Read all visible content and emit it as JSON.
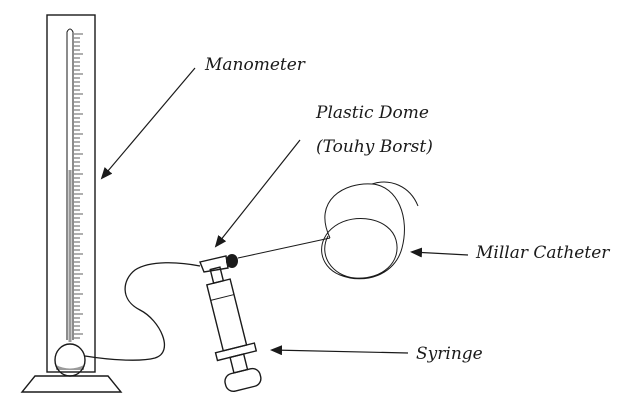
{
  "labels": {
    "manometer": "Manometer",
    "plastic_dome_line1": "Plastic Dome",
    "plastic_dome_line2": "(Touhy Borst)",
    "millar_catheter": "Millar Catheter",
    "syringe": "Syringe"
  },
  "colors": {
    "ink": "#1a1a1a",
    "fluid": "#9a9a9a"
  }
}
